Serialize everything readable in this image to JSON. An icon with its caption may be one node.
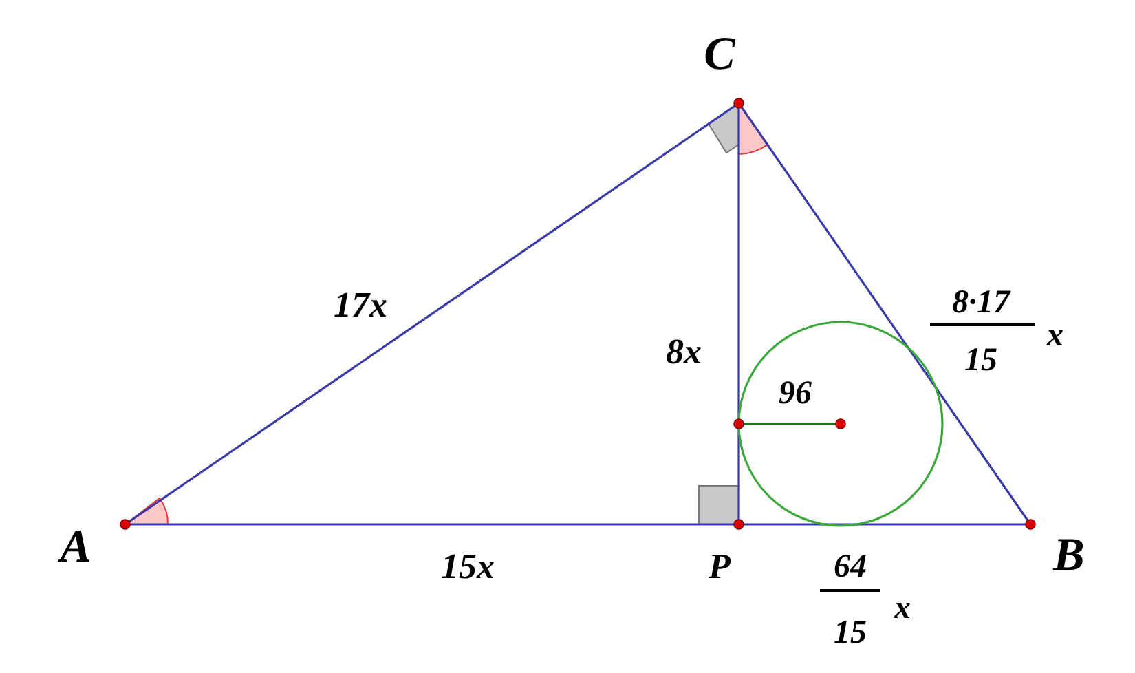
{
  "diagram": {
    "labels": [
      "C",
      "17x",
      "8·17",
      "8x",
      "15",
      "x",
      "96",
      "A",
      "15x",
      "P",
      "64",
      "B",
      "15",
      "x"
    ]
  }
}
